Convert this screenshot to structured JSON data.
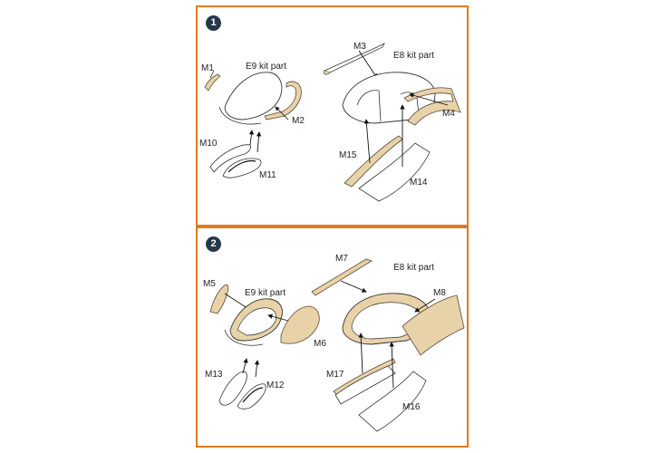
{
  "colors": {
    "frame": "#e07a1f",
    "badge": "#26394a",
    "part_fill": "#e8d2a8",
    "part_stroke": "#5a4a3a"
  },
  "steps": [
    {
      "number": "1",
      "labels": {
        "e9": "E9 kit part",
        "e8": "E8 kit part",
        "m1": "M1",
        "m2": "M2",
        "m3": "M3",
        "m4": "M4",
        "m10": "M10",
        "m11": "M11",
        "m14": "M14",
        "m15": "M15"
      }
    },
    {
      "number": "2",
      "labels": {
        "e9": "E9 kit part",
        "e8": "E8 kit part",
        "m5": "M5",
        "m6": "M6",
        "m7": "M7",
        "m8": "M8",
        "m12": "M12",
        "m13": "M13",
        "m16": "M16",
        "m17": "M17"
      }
    }
  ]
}
